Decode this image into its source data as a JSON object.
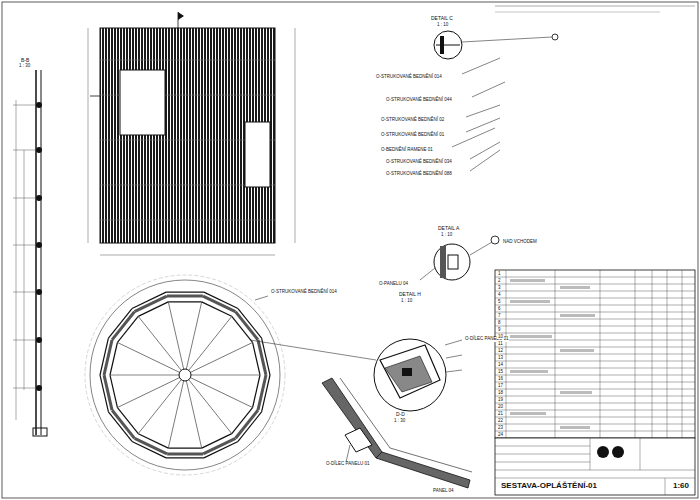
{
  "diagram": {
    "labels": [
      "B-B",
      "1 : 30",
      "DETAIL C",
      "1 : 10",
      "O-STRUKOVANÉ BEDNĚNÍ 014",
      "O-STRUKOVANÉ BEDNĚNÍ 044",
      "O-STRUKOVANÉ BEDNĚNÍ 02",
      "O-STRUKOVANÉ BEDNĚNÍ 01",
      "O-BEDNĚNÍ RAMENE 01",
      "O-STRUKOVANÉ BEDNĚNÍ 034",
      "O-STRUKOVANÉ BEDNĚNÍ 088",
      "DETAIL A",
      "1 : 10",
      "NAD VCHODEM",
      "O-PANELU 04",
      "DETAIL H",
      "1 : 10",
      "O-DÍLEC PANELU 01",
      "O-STRUKOVANÉ BEDNĚNÍ 014",
      "D-D",
      "1 : 30",
      "O-DÍLEC PANELU 01",
      "PANEL 04",
      "1",
      "2",
      "3",
      "4",
      "5",
      "6",
      "7",
      "8",
      "9",
      "10",
      "11",
      "12",
      "13",
      "14",
      "15",
      "16",
      "17",
      "18",
      "19",
      "20",
      "21",
      "22",
      "23",
      "24",
      "SESTAVA-OPLÁŠTĚNÍ-01",
      "1:60"
    ]
  }
}
